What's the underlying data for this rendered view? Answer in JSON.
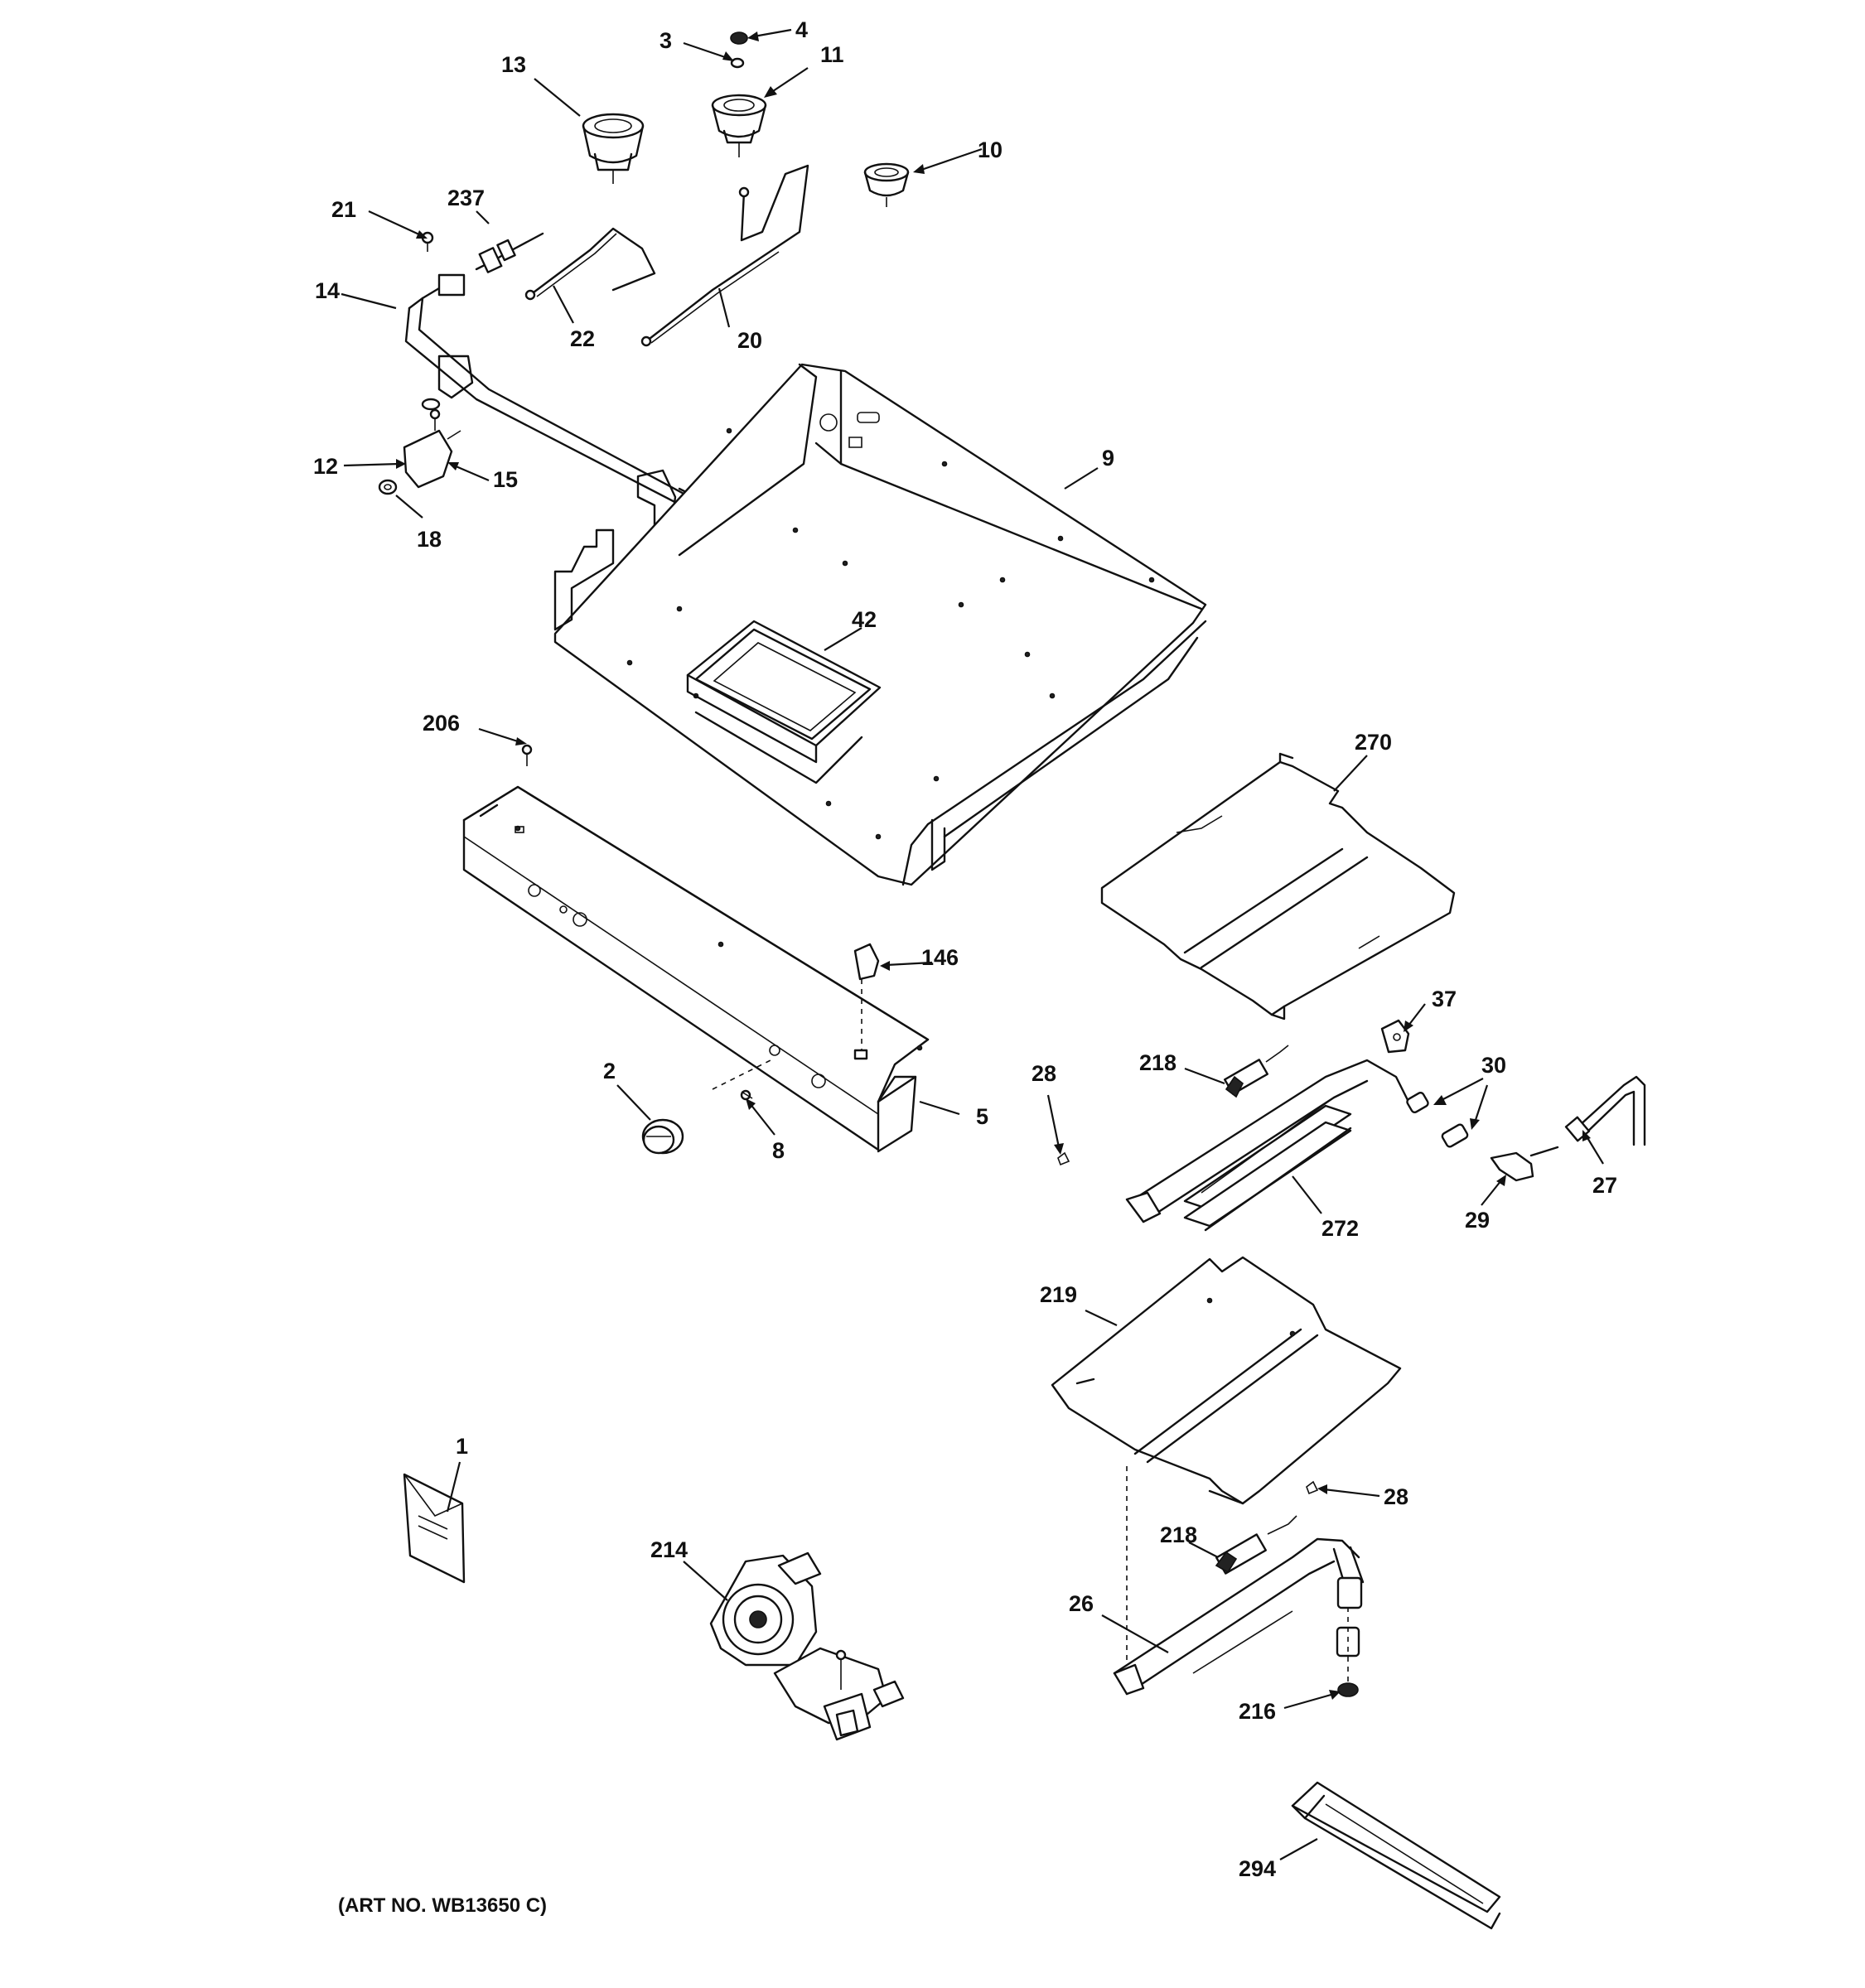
{
  "callouts": {
    "c1": "1",
    "c2": "2",
    "c3": "3",
    "c4": "4",
    "c5": "5",
    "c8": "8",
    "c9": "9",
    "c10": "10",
    "c11": "11",
    "c12": "12",
    "c13": "13",
    "c14": "14",
    "c15": "15",
    "c18": "18",
    "c20": "20",
    "c21": "21",
    "c22": "22",
    "c26": "26",
    "c27": "27",
    "c28a": "28",
    "c28b": "28",
    "c29": "29",
    "c30": "30",
    "c37": "37",
    "c42": "42",
    "c146": "146",
    "c206": "206",
    "c214": "214",
    "c216": "216",
    "c218a": "218",
    "c218b": "218",
    "c219": "219",
    "c237": "237",
    "c270": "270",
    "c272": "272",
    "c294": "294"
  },
  "art_number": "(ART NO. WB13650 C)"
}
